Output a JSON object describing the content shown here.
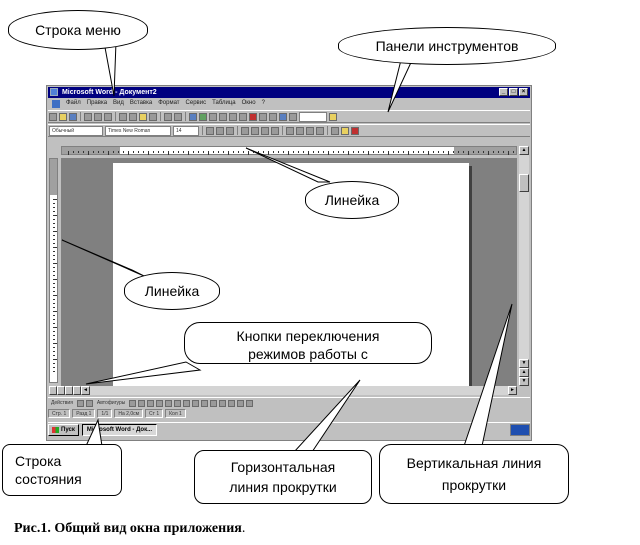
{
  "window": {
    "title": "Microsoft Word - Документ2",
    "menu": [
      "Файл",
      "Правка",
      "Вид",
      "Вставка",
      "Формат",
      "Сервис",
      "Таблица",
      "Окно",
      "?"
    ],
    "style_value": "Обычный",
    "font_value": "Times New Roman",
    "size_value": "14",
    "draw_label": "Действия",
    "autoshapes_label": "Автофигуры",
    "status": [
      "Стр. 1",
      "Разд 1",
      "1/1",
      "На 2,0см",
      "Ст 1",
      "Кол 1"
    ],
    "start_label": "Пуск",
    "task_label": "Microsoft Word - Док..."
  },
  "callouts": {
    "menu_bar": "Строка меню",
    "toolbars": "Панели инструментов",
    "ruler_top": "Линейка",
    "ruler_left": "Линейка",
    "view_buttons_line1": "Кнопки переключения",
    "view_buttons_line2": "режимов работы с",
    "status_line1": "Строка",
    "status_line2": "состояния",
    "hscroll_line1": "Горизонтальная",
    "hscroll_line2": "линия прокрутки",
    "vscroll_line1": "Вертикальная линия",
    "vscroll_line2": "прокрутки"
  },
  "caption": {
    "label": "Рис.1.",
    "text": " Общий вид окна приложения",
    "end": "."
  }
}
